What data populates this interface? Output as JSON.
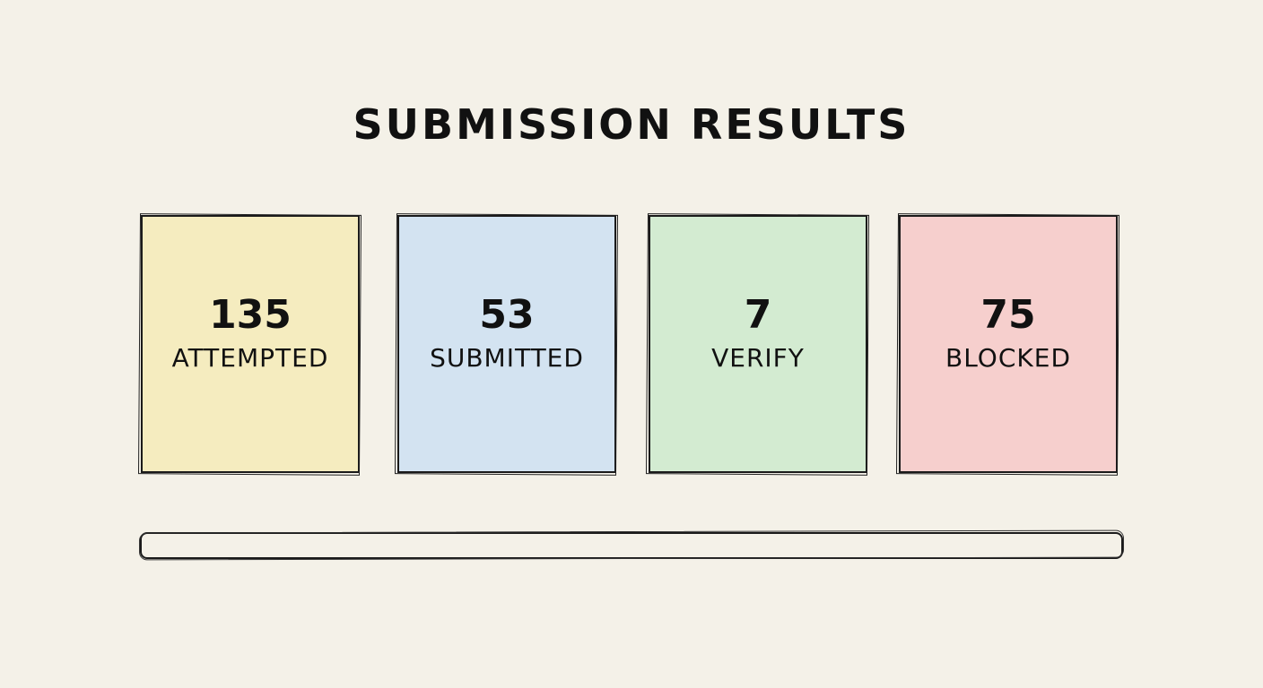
{
  "title": "SUBMISSION RESULTS",
  "cards": [
    {
      "value": "135",
      "label": "ATTEMPTED",
      "color": "#f5ecbf"
    },
    {
      "value": "53",
      "label": "SUBMITTED",
      "color": "#d3e3f1"
    },
    {
      "value": "7",
      "label": "VERIFY",
      "color": "#d3ebd1"
    },
    {
      "value": "75",
      "label": "BLOCKED",
      "color": "#f6cfcd"
    }
  ],
  "progress": {
    "percent": 0
  }
}
